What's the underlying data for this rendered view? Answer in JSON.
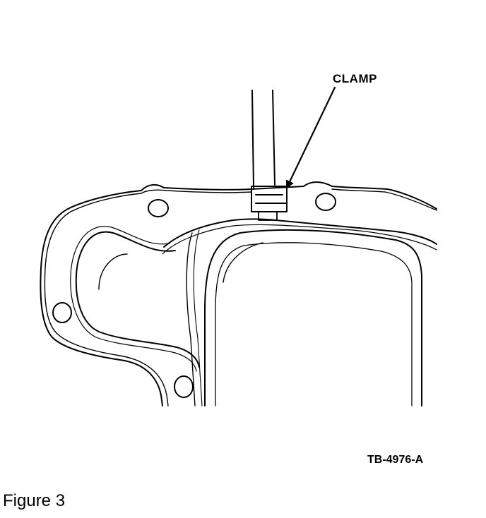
{
  "diagram": {
    "callout_label": "CLAMP",
    "figure_id": "TB-4976-A",
    "caption": "Figure 3"
  }
}
